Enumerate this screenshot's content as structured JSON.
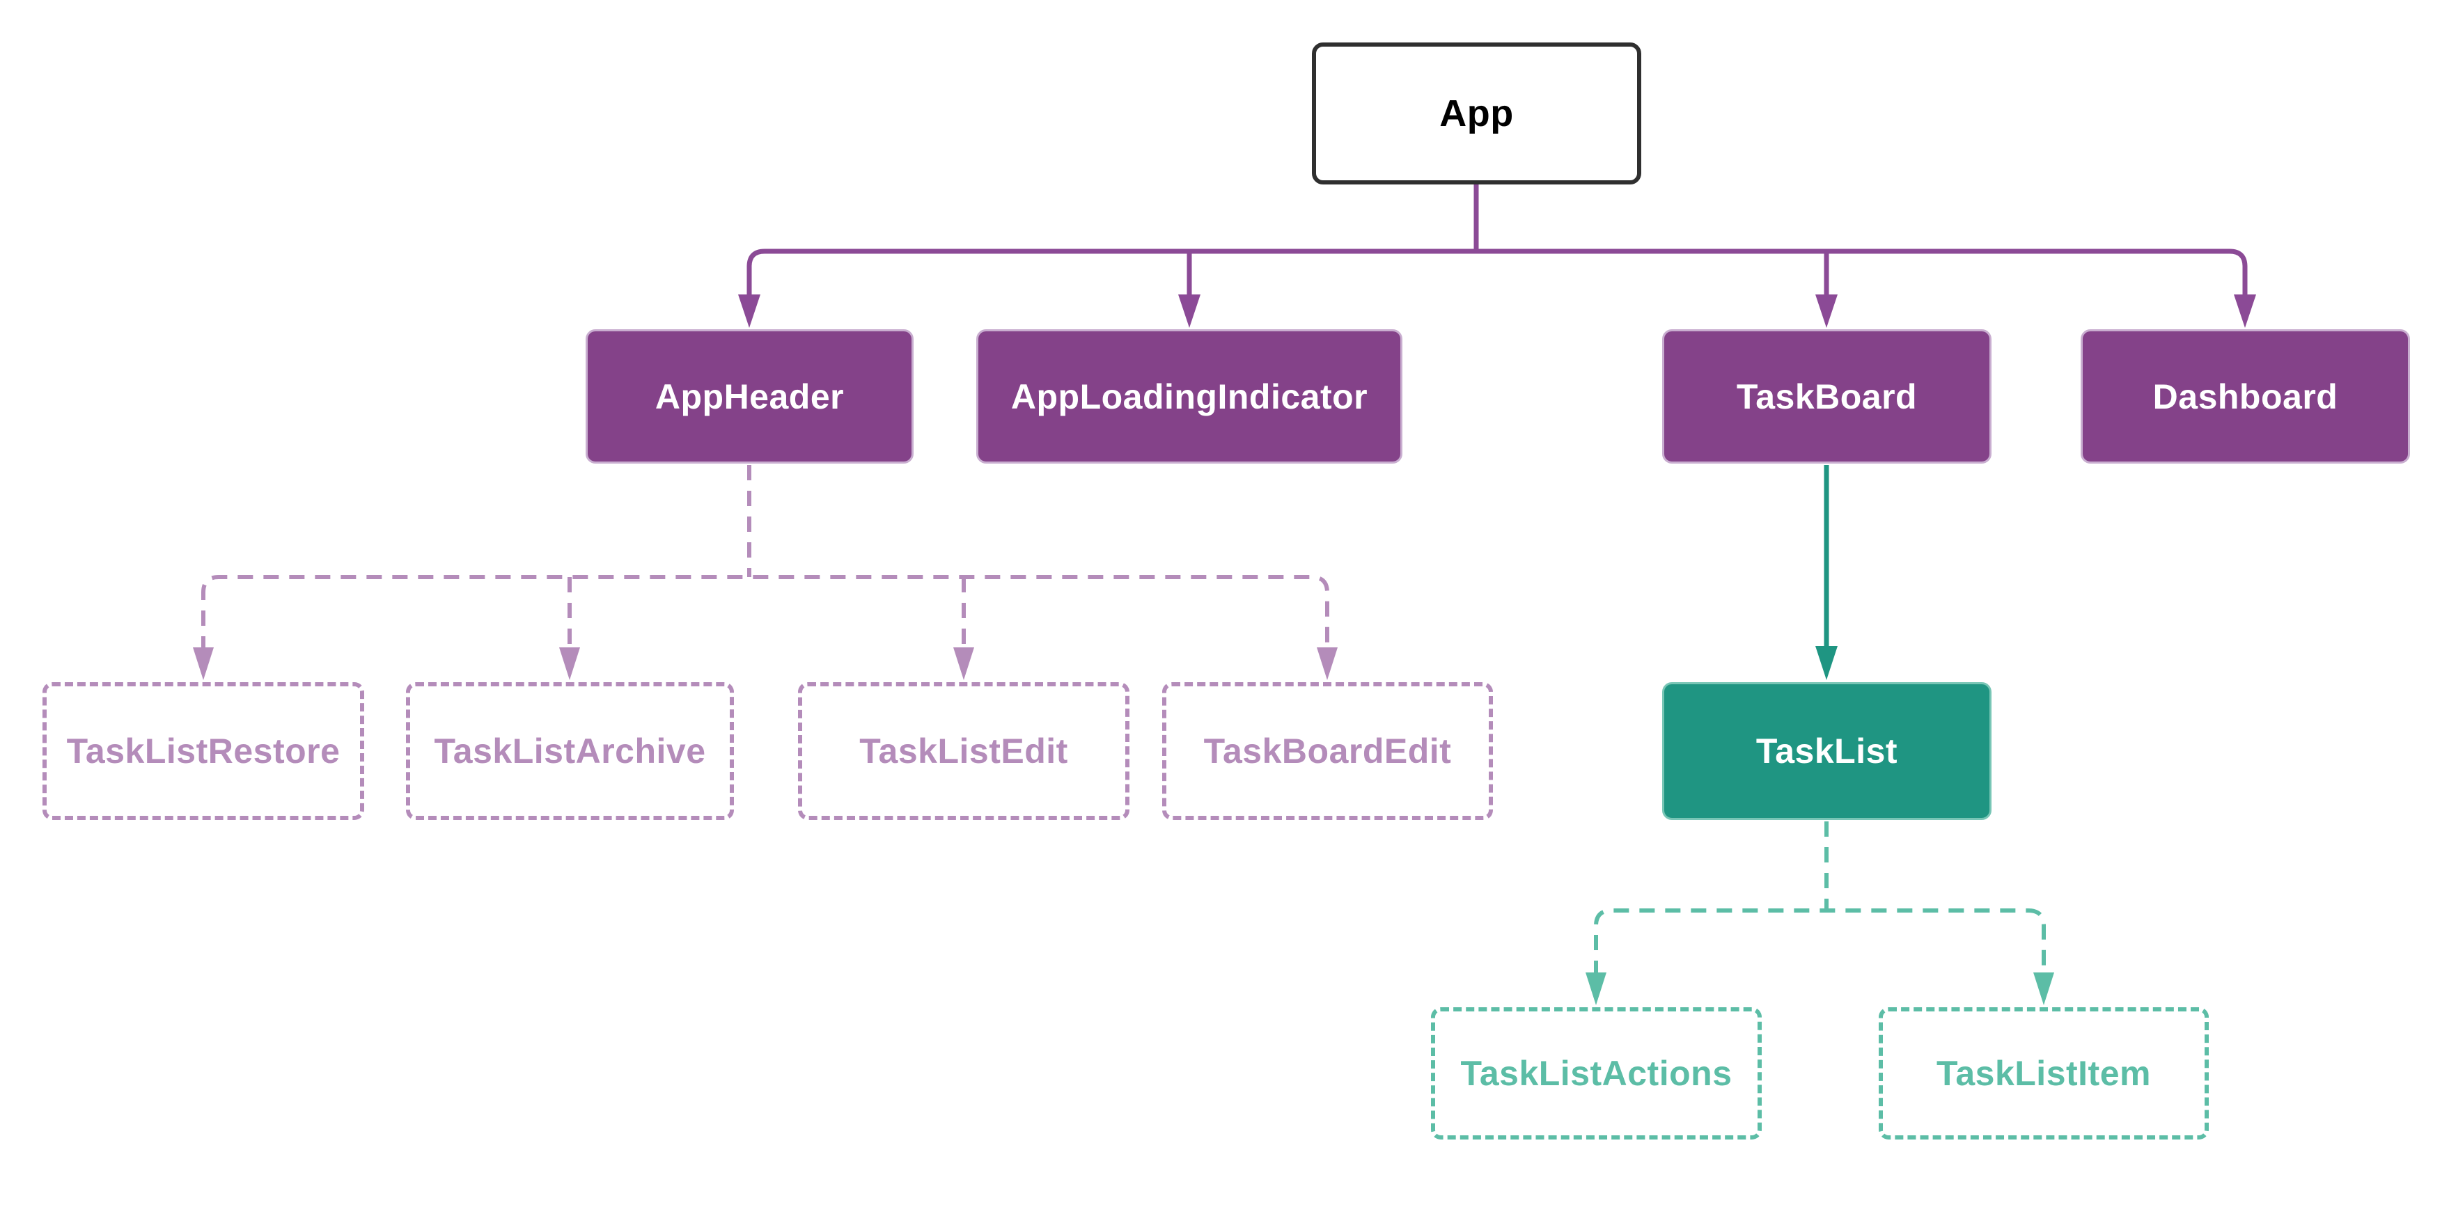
{
  "diagram": {
    "kind": "component-hierarchy-flowchart",
    "background": "#ffffff",
    "nodes": {
      "app": {
        "label": "App",
        "style": "root"
      },
      "appHeader": {
        "label": "AppHeader",
        "style": "purple-solid"
      },
      "appLoadingIndicator": {
        "label": "AppLoadingIndicator",
        "style": "purple-solid"
      },
      "taskBoard": {
        "label": "TaskBoard",
        "style": "purple-solid"
      },
      "dashboard": {
        "label": "Dashboard",
        "style": "purple-solid"
      },
      "taskListRestore": {
        "label": "TaskListRestore",
        "style": "purple-dashed"
      },
      "taskListArchive": {
        "label": "TaskListArchive",
        "style": "purple-dashed"
      },
      "taskListEdit": {
        "label": "TaskListEdit",
        "style": "purple-dashed"
      },
      "taskBoardEdit": {
        "label": "TaskBoardEdit",
        "style": "purple-dashed"
      },
      "taskList": {
        "label": "TaskList",
        "style": "teal-solid"
      },
      "taskListActions": {
        "label": "TaskListActions",
        "style": "teal-dashed"
      },
      "taskListItem": {
        "label": "TaskListItem",
        "style": "teal-dashed"
      }
    },
    "edges": [
      {
        "from": "App",
        "to": "AppHeader",
        "line": "solid",
        "color": "#8b4a96"
      },
      {
        "from": "App",
        "to": "AppLoadingIndicator",
        "line": "solid",
        "color": "#8b4a96"
      },
      {
        "from": "App",
        "to": "TaskBoard",
        "line": "solid",
        "color": "#8b4a96"
      },
      {
        "from": "App",
        "to": "Dashboard",
        "line": "solid",
        "color": "#8b4a96"
      },
      {
        "from": "AppHeader",
        "to": "TaskListRestore",
        "line": "dashed",
        "color": "#b48cba"
      },
      {
        "from": "AppHeader",
        "to": "TaskListArchive",
        "line": "dashed",
        "color": "#b48cba"
      },
      {
        "from": "AppHeader",
        "to": "TaskListEdit",
        "line": "dashed",
        "color": "#b48cba"
      },
      {
        "from": "AppHeader",
        "to": "TaskBoardEdit",
        "line": "dashed",
        "color": "#b48cba"
      },
      {
        "from": "TaskBoard",
        "to": "TaskList",
        "line": "solid",
        "color": "#1f9582"
      },
      {
        "from": "TaskList",
        "to": "TaskListActions",
        "line": "dashed",
        "color": "#5cbda6"
      },
      {
        "from": "TaskList",
        "to": "TaskListItem",
        "line": "dashed",
        "color": "#5cbda6"
      }
    ],
    "colors": {
      "purple_fill": "#844289",
      "purple_line": "#8b4a96",
      "purple_dashed": "#b48cba",
      "teal_fill": "#1f9582",
      "teal_dashed": "#5cbda6",
      "root_border": "#2f2f2f",
      "root_text": "#000000",
      "filled_node_text": "#ffffff"
    }
  }
}
